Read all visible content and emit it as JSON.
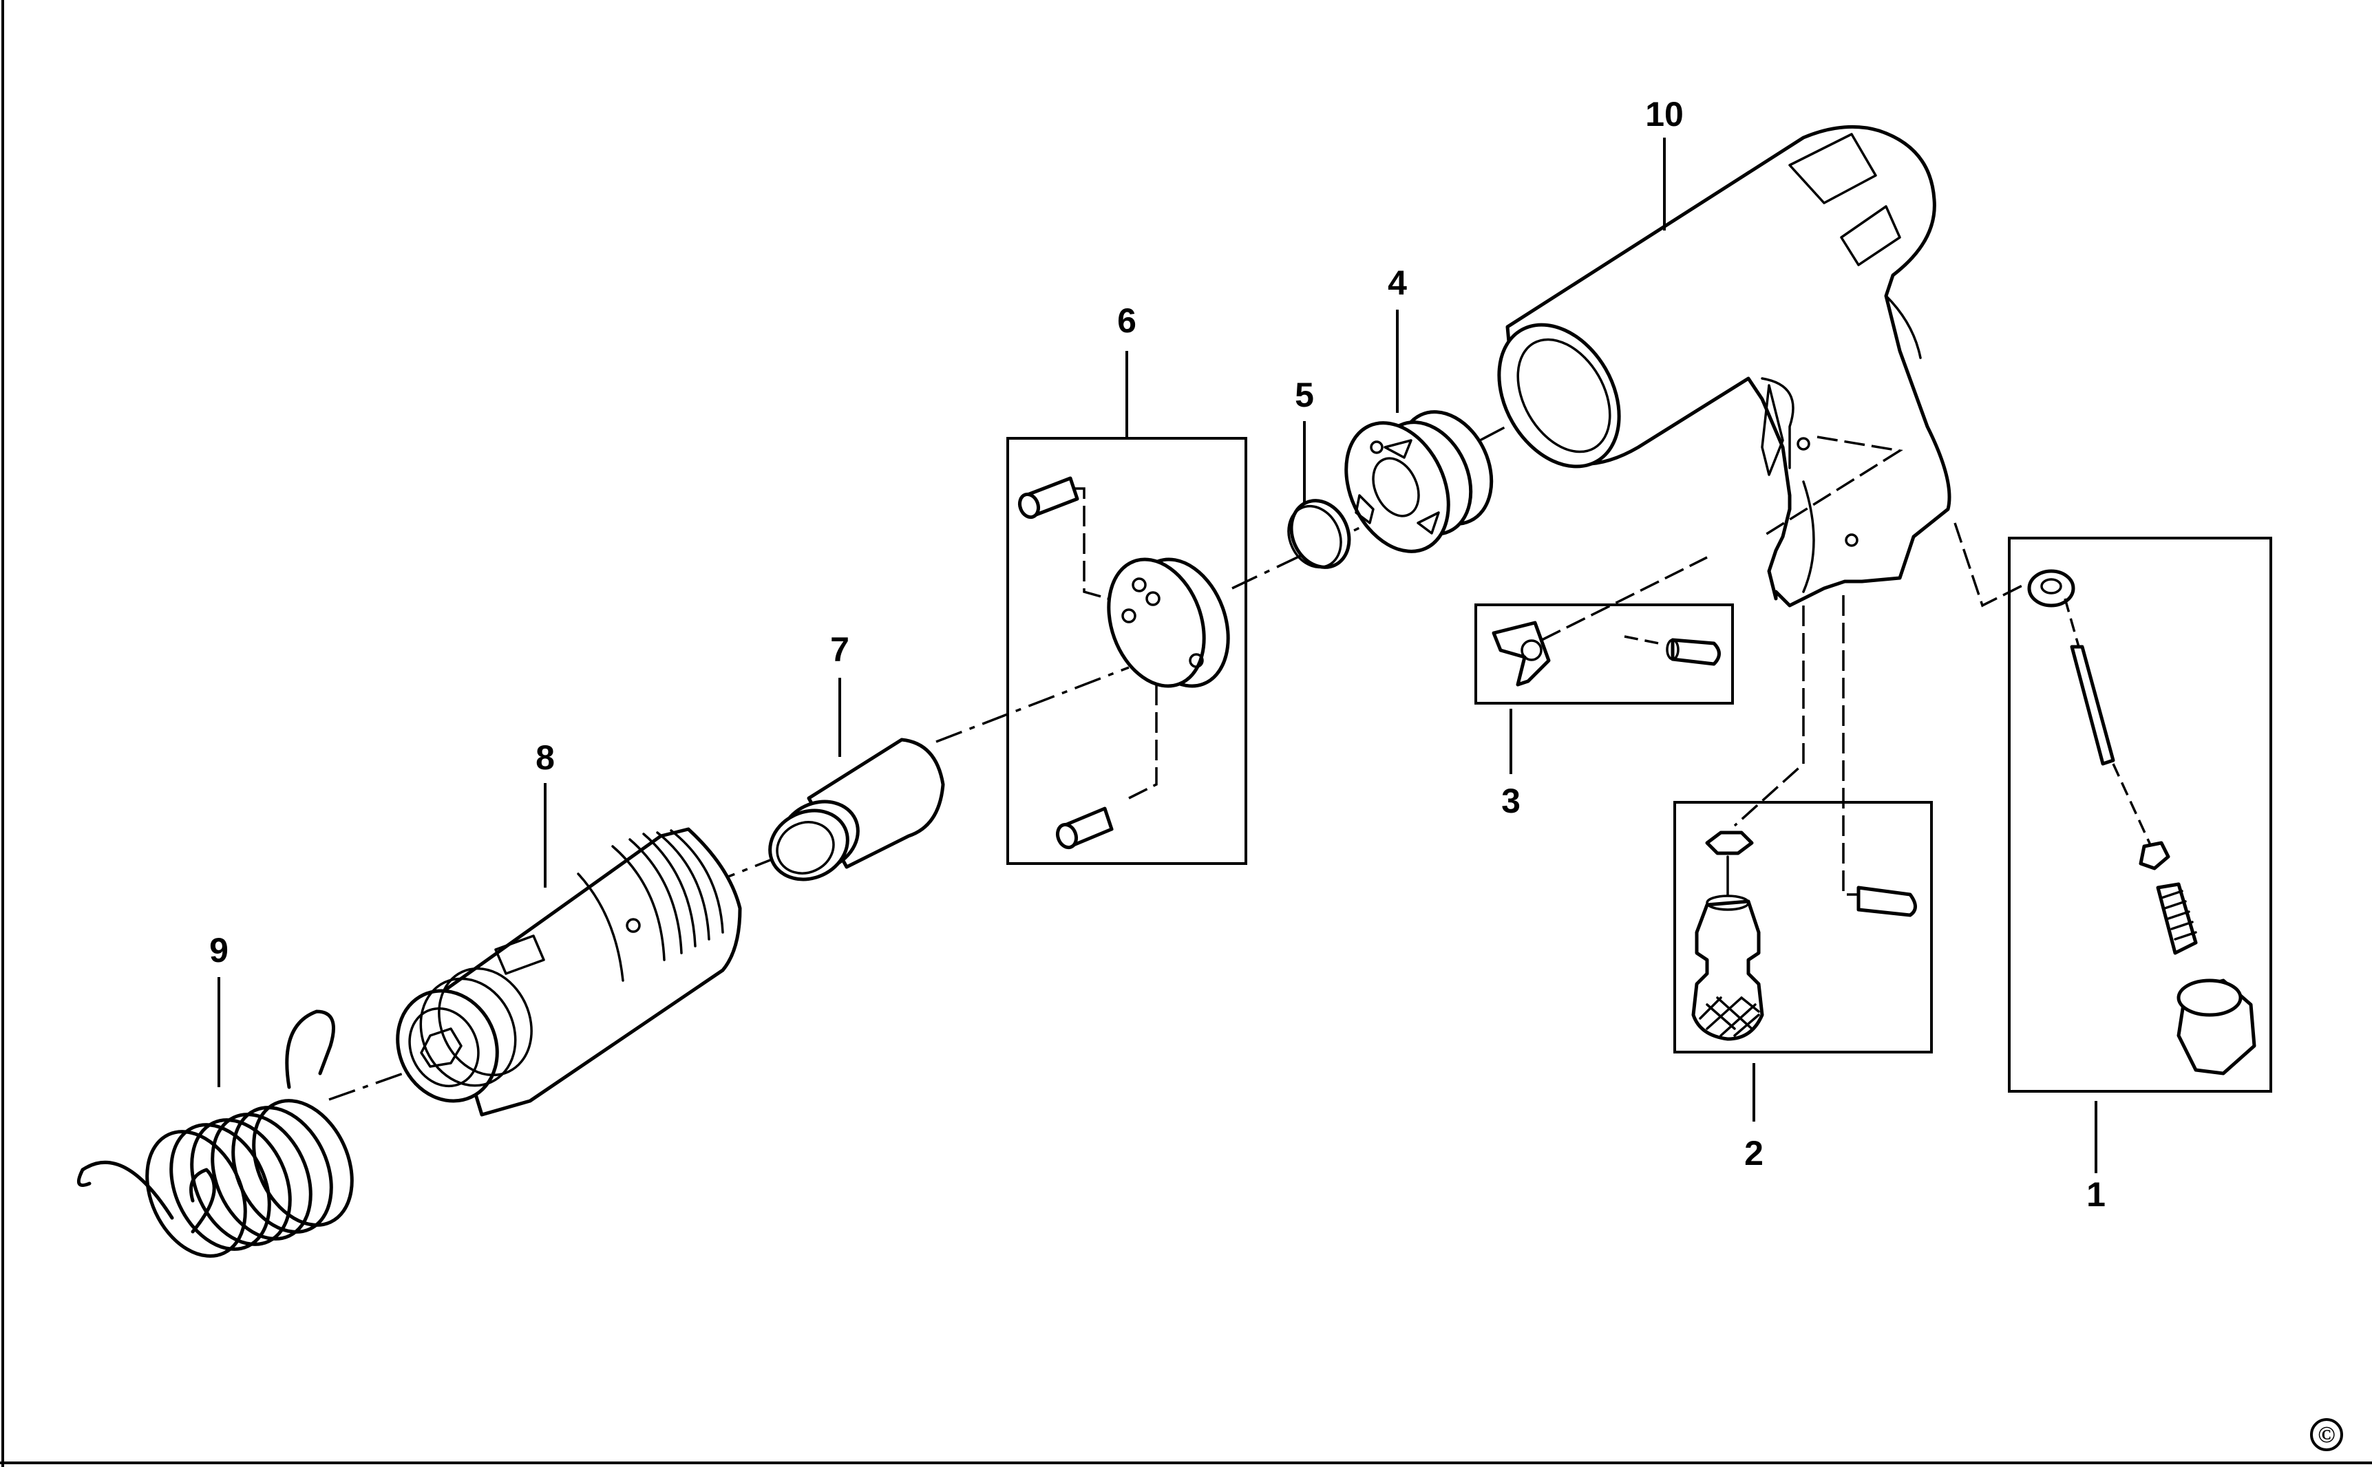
{
  "diagram": {
    "parts": [
      {
        "id": "part-1",
        "label": "1"
      },
      {
        "id": "part-2",
        "label": "2"
      },
      {
        "id": "part-3",
        "label": "3"
      },
      {
        "id": "part-4",
        "label": "4"
      },
      {
        "id": "part-5",
        "label": "5"
      },
      {
        "id": "part-6",
        "label": "6"
      },
      {
        "id": "part-7",
        "label": "7"
      },
      {
        "id": "part-8",
        "label": "8"
      },
      {
        "id": "part-9",
        "label": "9"
      },
      {
        "id": "part-10",
        "label": "10"
      }
    ],
    "copyright_symbol": "©"
  }
}
